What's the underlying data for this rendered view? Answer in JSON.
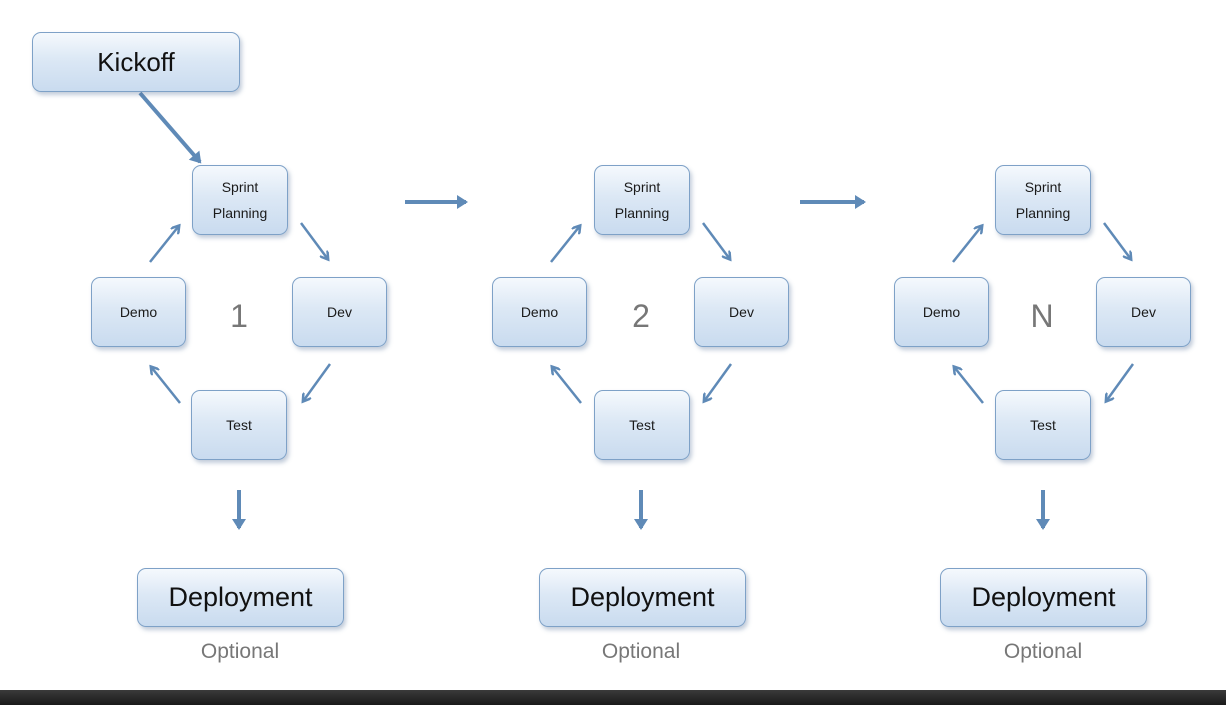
{
  "kickoff": "Kickoff",
  "sprints": [
    {
      "number": "1",
      "planning_line1": "Sprint",
      "planning_line2": "Planning",
      "demo": "Demo",
      "dev": "Dev",
      "test": "Test",
      "deployment": "Deployment",
      "optional": "Optional"
    },
    {
      "number": "2",
      "planning_line1": "Sprint",
      "planning_line2": "Planning",
      "demo": "Demo",
      "dev": "Dev",
      "test": "Test",
      "deployment": "Deployment",
      "optional": "Optional"
    },
    {
      "number": "N",
      "planning_line1": "Sprint",
      "planning_line2": "Planning",
      "demo": "Demo",
      "dev": "Dev",
      "test": "Test",
      "deployment": "Deployment",
      "optional": "Optional"
    }
  ],
  "colors": {
    "arrow": "#5f8ab7",
    "node_border": "#7ea1c7",
    "node_fill": "#dce8f5"
  }
}
